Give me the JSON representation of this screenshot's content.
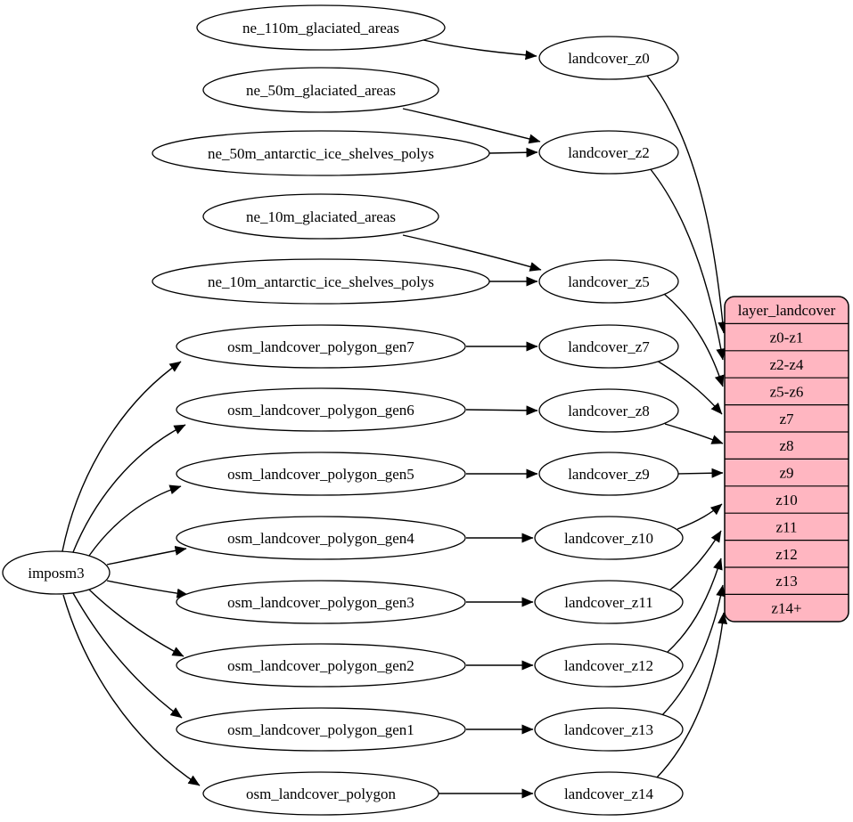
{
  "colors": {
    "background": "#ffffff",
    "node_fill": "#ffffff",
    "node_stroke": "#000000",
    "edge": "#000000",
    "record_fill": "#ffb6c1"
  },
  "nodes": {
    "imposm3": "imposm3",
    "ne_110m_glaciated_areas": "ne_110m_glaciated_areas",
    "ne_50m_glaciated_areas": "ne_50m_glaciated_areas",
    "ne_50m_antarctic_ice_shelves_polys": "ne_50m_antarctic_ice_shelves_polys",
    "ne_10m_glaciated_areas": "ne_10m_glaciated_areas",
    "ne_10m_antarctic_ice_shelves_polys": "ne_10m_antarctic_ice_shelves_polys",
    "osm_landcover_polygon_gen7": "osm_landcover_polygon_gen7",
    "osm_landcover_polygon_gen6": "osm_landcover_polygon_gen6",
    "osm_landcover_polygon_gen5": "osm_landcover_polygon_gen5",
    "osm_landcover_polygon_gen4": "osm_landcover_polygon_gen4",
    "osm_landcover_polygon_gen3": "osm_landcover_polygon_gen3",
    "osm_landcover_polygon_gen2": "osm_landcover_polygon_gen2",
    "osm_landcover_polygon_gen1": "osm_landcover_polygon_gen1",
    "osm_landcover_polygon": "osm_landcover_polygon",
    "landcover_z0": "landcover_z0",
    "landcover_z2": "landcover_z2",
    "landcover_z5": "landcover_z5",
    "landcover_z7": "landcover_z7",
    "landcover_z8": "landcover_z8",
    "landcover_z9": "landcover_z9",
    "landcover_z10": "landcover_z10",
    "landcover_z11": "landcover_z11",
    "landcover_z12": "landcover_z12",
    "landcover_z13": "landcover_z13",
    "landcover_z14": "landcover_z14"
  },
  "record": {
    "title": "layer_landcover",
    "rows": [
      "z0-z1",
      "z2-z4",
      "z5-z6",
      "z7",
      "z8",
      "z9",
      "z10",
      "z11",
      "z12",
      "z13",
      "z14+"
    ]
  },
  "edges": [
    {
      "from": "ne_110m_glaciated_areas",
      "to": "landcover_z0"
    },
    {
      "from": "ne_50m_glaciated_areas",
      "to": "landcover_z2"
    },
    {
      "from": "ne_50m_antarctic_ice_shelves_polys",
      "to": "landcover_z2"
    },
    {
      "from": "ne_10m_glaciated_areas",
      "to": "landcover_z5"
    },
    {
      "from": "ne_10m_antarctic_ice_shelves_polys",
      "to": "landcover_z5"
    },
    {
      "from": "imposm3",
      "to": "osm_landcover_polygon_gen7"
    },
    {
      "from": "imposm3",
      "to": "osm_landcover_polygon_gen6"
    },
    {
      "from": "imposm3",
      "to": "osm_landcover_polygon_gen5"
    },
    {
      "from": "imposm3",
      "to": "osm_landcover_polygon_gen4"
    },
    {
      "from": "imposm3",
      "to": "osm_landcover_polygon_gen3"
    },
    {
      "from": "imposm3",
      "to": "osm_landcover_polygon_gen2"
    },
    {
      "from": "imposm3",
      "to": "osm_landcover_polygon_gen1"
    },
    {
      "from": "imposm3",
      "to": "osm_landcover_polygon"
    },
    {
      "from": "osm_landcover_polygon_gen7",
      "to": "landcover_z7"
    },
    {
      "from": "osm_landcover_polygon_gen6",
      "to": "landcover_z8"
    },
    {
      "from": "osm_landcover_polygon_gen5",
      "to": "landcover_z9"
    },
    {
      "from": "osm_landcover_polygon_gen4",
      "to": "landcover_z10"
    },
    {
      "from": "osm_landcover_polygon_gen3",
      "to": "landcover_z11"
    },
    {
      "from": "osm_landcover_polygon_gen2",
      "to": "landcover_z12"
    },
    {
      "from": "osm_landcover_polygon_gen1",
      "to": "landcover_z13"
    },
    {
      "from": "osm_landcover_polygon",
      "to": "landcover_z14"
    },
    {
      "from": "landcover_z0",
      "to": "layer_landcover:z0-z1"
    },
    {
      "from": "landcover_z2",
      "to": "layer_landcover:z2-z4"
    },
    {
      "from": "landcover_z5",
      "to": "layer_landcover:z5-z6"
    },
    {
      "from": "landcover_z7",
      "to": "layer_landcover:z7"
    },
    {
      "from": "landcover_z8",
      "to": "layer_landcover:z8"
    },
    {
      "from": "landcover_z9",
      "to": "layer_landcover:z9"
    },
    {
      "from": "landcover_z10",
      "to": "layer_landcover:z10"
    },
    {
      "from": "landcover_z11",
      "to": "layer_landcover:z11"
    },
    {
      "from": "landcover_z12",
      "to": "layer_landcover:z12"
    },
    {
      "from": "landcover_z13",
      "to": "layer_landcover:z13"
    },
    {
      "from": "landcover_z14",
      "to": "layer_landcover:z14+"
    }
  ]
}
